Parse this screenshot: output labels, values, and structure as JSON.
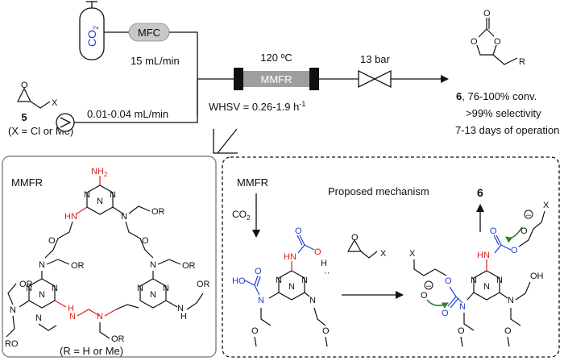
{
  "flow": {
    "co2_label": "CO2",
    "co2_label_main": "CO",
    "co2_label_sub": "2",
    "mfc_label": "MFC",
    "co2_flow": "15 mL/min",
    "epoxide_number": "5",
    "epoxide_substituent": "X",
    "epoxide_note": "(X = Cl or Me)",
    "pump_flow": "0.01-0.04 mL/min",
    "temperature": "120 ºC",
    "reactor_label": "MMFR",
    "whsv_main": "WHSV = 0.26-1.9 h",
    "whsv_exp": "-1",
    "pressure": "13 bar",
    "product_number": "6",
    "product_conv": ", 76-100% conv.",
    "product_selectivity": ">99% selectivity",
    "product_operation": "7-13 days of operation",
    "product_R": "R"
  },
  "left_box": {
    "title": "MMFR",
    "r_note": "(R = H or Me)"
  },
  "right_box": {
    "title": "MMFR",
    "co2": "CO2",
    "mechanism_title": "Proposed mechanism",
    "product_number": "6"
  },
  "colors": {
    "amine_red": "#e0201b",
    "carbamate_blue": "#1f3fd6",
    "arrow_green": "#2e7d32",
    "cylinder_gray": "#bdbdbd",
    "reactor_gray": "#9e9e9e"
  }
}
